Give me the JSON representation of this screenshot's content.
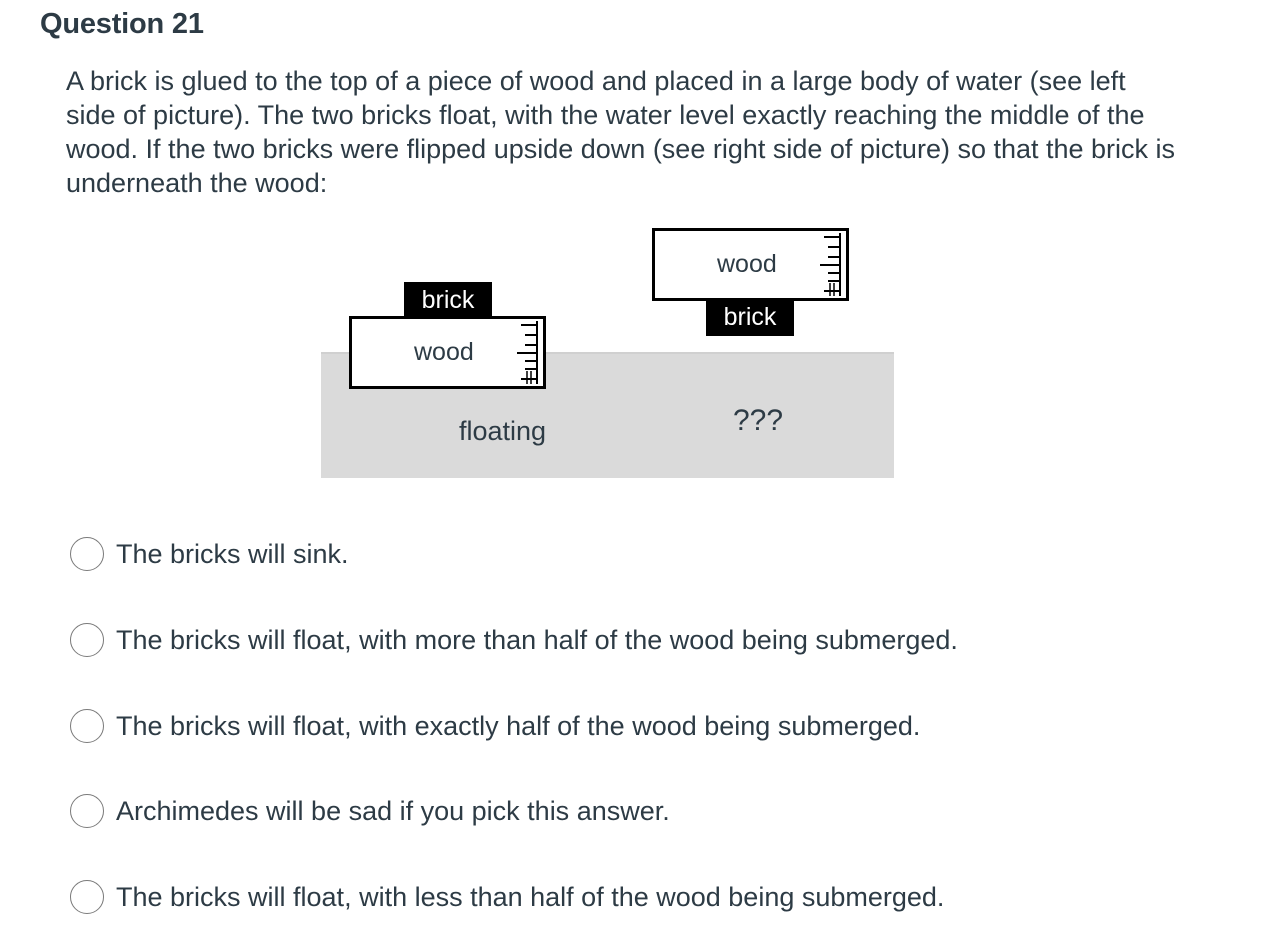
{
  "question": {
    "title": "Question 21",
    "text": "A brick is glued to the top of a piece of wood and placed in a large body of water (see left side of picture). The two bricks float, with the water level exactly reaching the middle of the wood. If the two bricks were flipped upside down (see right side of picture) so that the brick is underneath the wood:"
  },
  "figure": {
    "left_brick_label": "brick",
    "left_wood_label": "wood",
    "left_caption": "floating",
    "right_wood_label": "wood",
    "right_brick_label": "brick",
    "right_caption": "???",
    "colors": {
      "water": "#dadada",
      "brick": "#000000",
      "wood_border": "#000000"
    }
  },
  "answers": [
    {
      "label": "The bricks will sink.",
      "selected": false
    },
    {
      "label": "The bricks will float, with more than half of the wood being submerged.",
      "selected": false
    },
    {
      "label": "The bricks will float, with exactly half of the wood being submerged.",
      "selected": false
    },
    {
      "label": "Archimedes will be sad if you pick this answer.",
      "selected": false
    },
    {
      "label": "The bricks will float, with less than half of the wood being submerged.",
      "selected": false
    }
  ]
}
